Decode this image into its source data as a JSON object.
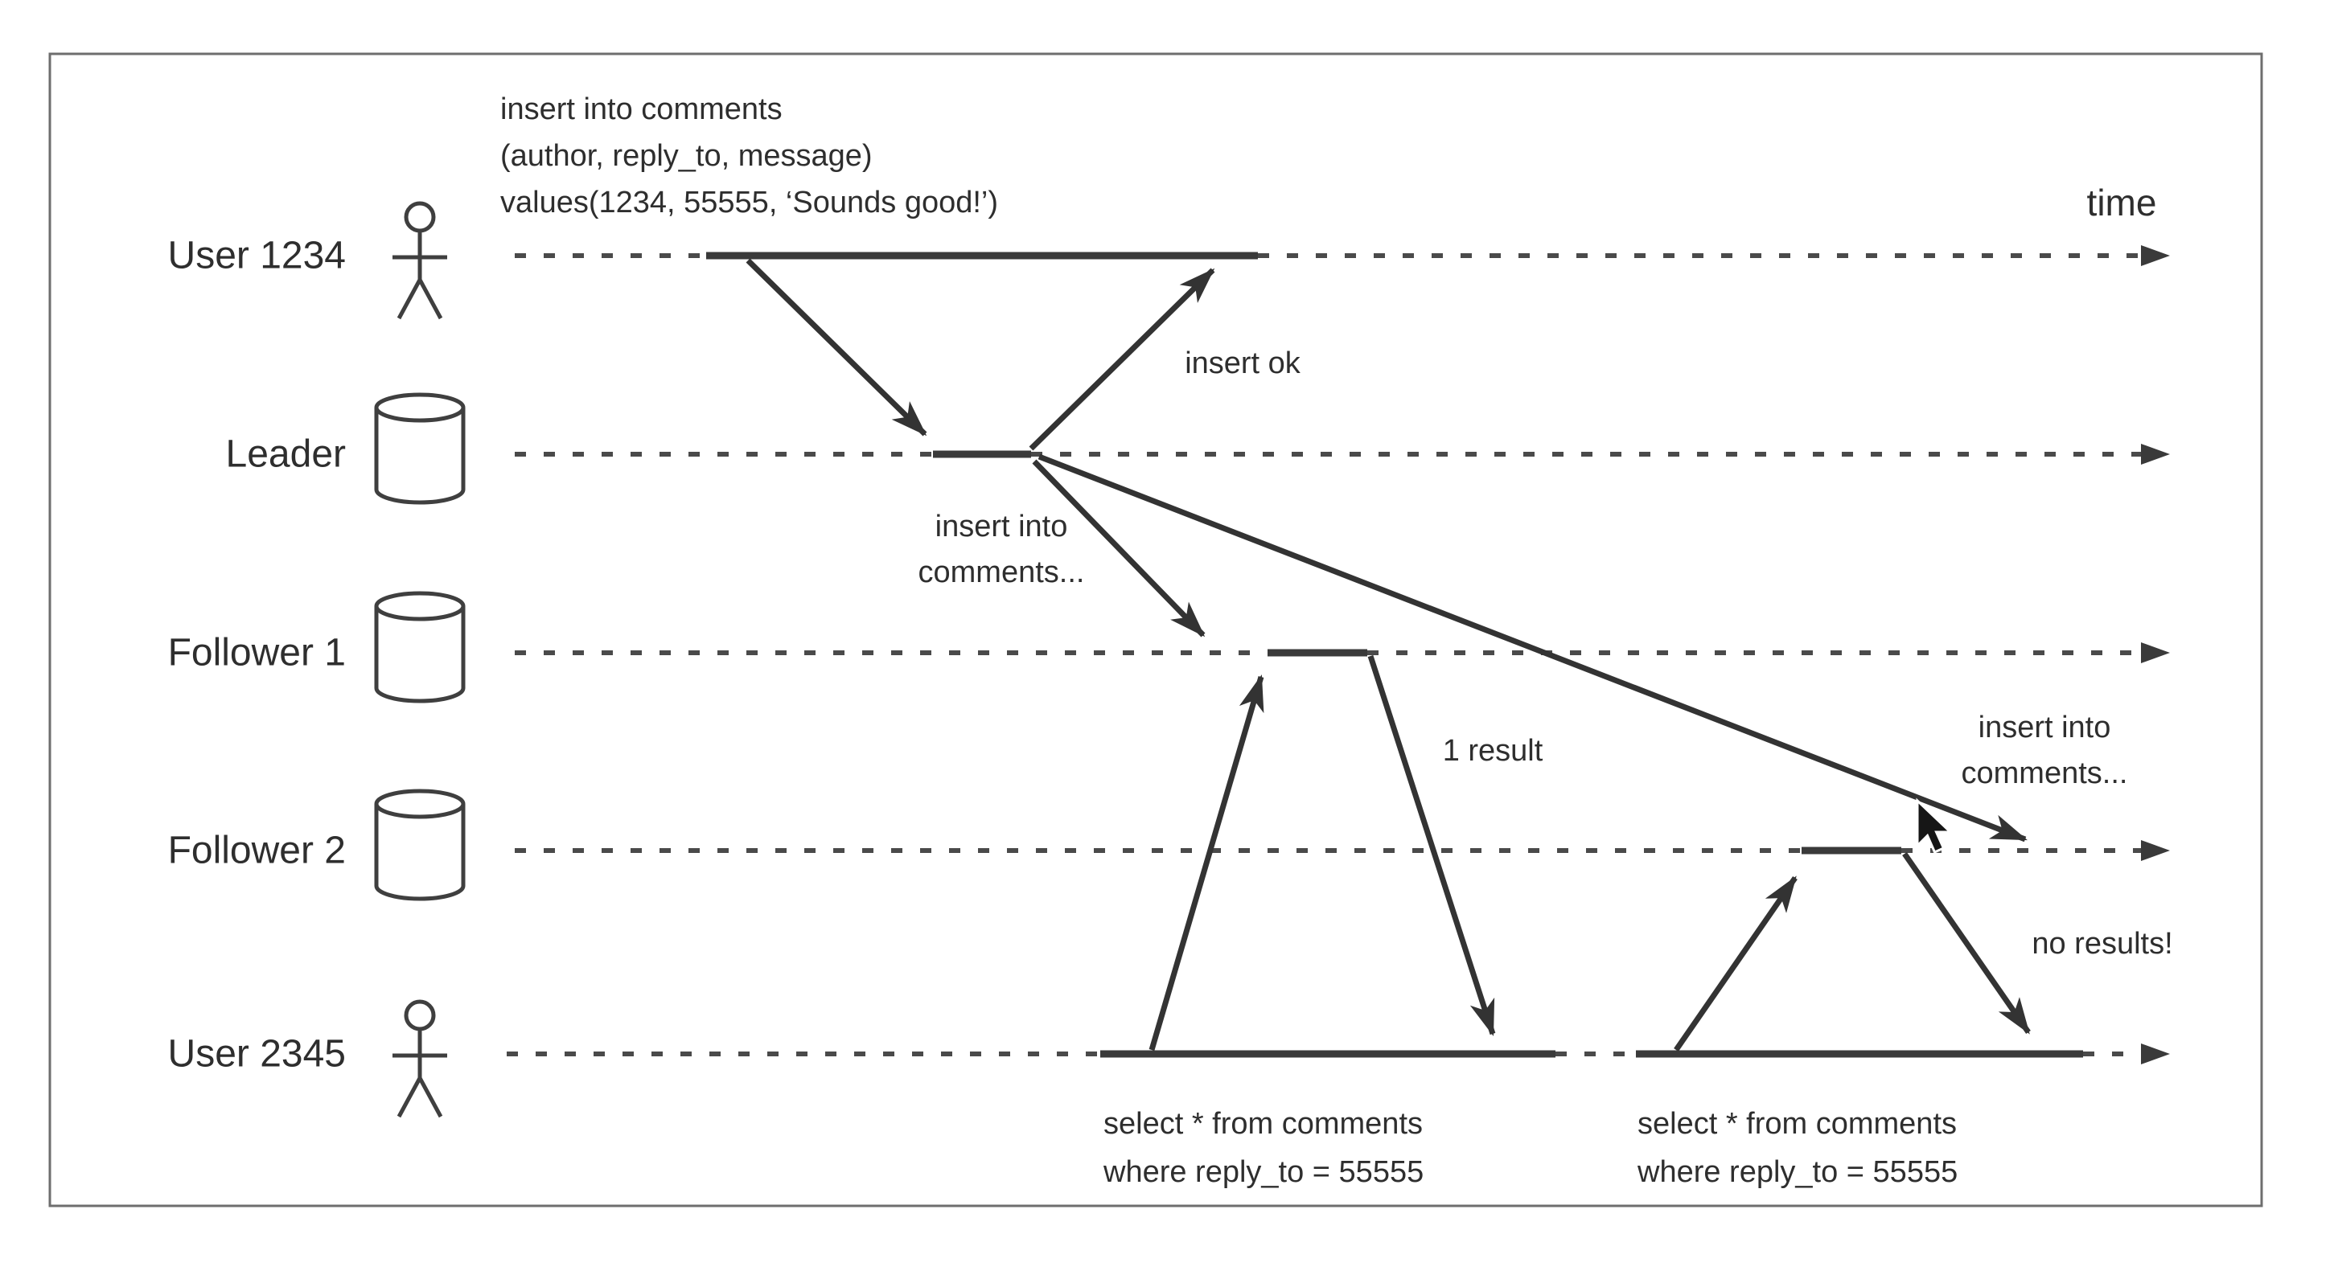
{
  "diagram": {
    "time_label": "time",
    "actors": [
      {
        "label": "User 1234",
        "icon": "person"
      },
      {
        "label": "Leader",
        "icon": "database-cylinder"
      },
      {
        "label": "Follower 1",
        "icon": "database-cylinder"
      },
      {
        "label": "Follower 2",
        "icon": "database-cylinder"
      },
      {
        "label": "User 2345",
        "icon": "person"
      }
    ],
    "messages": {
      "insert_query": [
        "insert into comments",
        "(author, reply_to, message)",
        "values(1234, 55555, ‘Sounds good!’)"
      ],
      "insert_ok": "insert ok",
      "replicate_f1": [
        "insert into",
        "comments..."
      ],
      "replicate_f2": [
        "insert into",
        "comments..."
      ],
      "select_1": [
        "select * from comments",
        "where reply_to = 55555"
      ],
      "select_1_result": "1 result",
      "select_2": [
        "select * from comments",
        "where reply_to = 55555"
      ],
      "select_2_result": "no results!"
    },
    "colors": {
      "line": "#3a3a3a",
      "dash": "#4a4a4a",
      "text": "#2e2e2e",
      "frame": "#6e6e6e",
      "background": "#ffffff"
    }
  }
}
